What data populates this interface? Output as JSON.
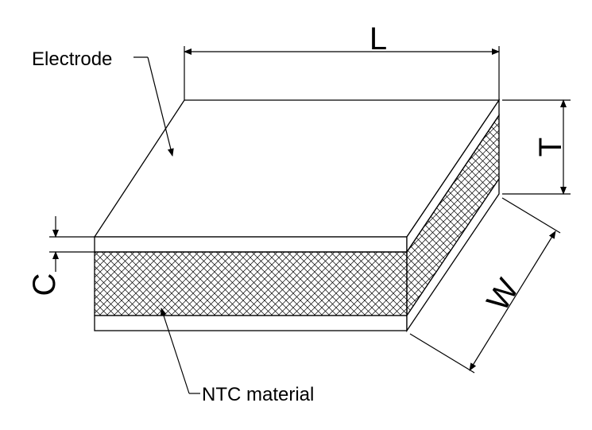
{
  "labels": {
    "electrode": "Electrode",
    "ntc_material": "NTC material"
  },
  "dimensions": {
    "length": "L",
    "thickness": "T",
    "width": "W",
    "electrode_thickness": "C"
  },
  "colors": {
    "line": "#000000",
    "background": "#ffffff",
    "hatch": "#000000"
  }
}
